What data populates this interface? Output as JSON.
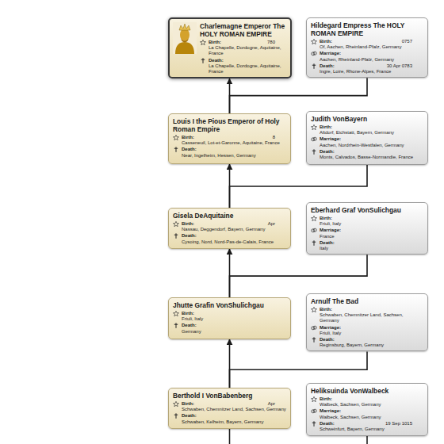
{
  "diagram": {
    "nodes": [
      {
        "text": [
          "Charlemagne Emperor The HOLY ROMAN EMPIRE",
          "Birth:",
          "780",
          "La Chapelle, Dordogne, Aquitaine, France",
          "Death:",
          "La Chapelle, Dordogne, Aquitaine, France"
        ]
      },
      {
        "text": [
          "Hildegard Empress The HOLY ROMAN EMPIRE",
          "Birth:",
          "0757",
          "Of, Aachen, Rheinland-Pfalz, Germany",
          "Marriage:",
          "Aachen, Rheinland-Pfalz, Germany",
          "Death:",
          "30 Apr 0783",
          "Ingre, Loire, Rhone-Alpes, France"
        ]
      },
      {
        "text": [
          "Louis I the Pious Emperor of Holy Roman Empire",
          "Birth:",
          "8",
          "Casseneuil, Lot-et-Garonne, Aquitaine, France",
          "Death:",
          "Near, Ingelheim, Hessen, Germany"
        ]
      },
      {
        "text": [
          "Judith VonBayern",
          "Birth:",
          "Altdorf, Eichstatt, Bayern, Germany",
          "Marriage:",
          "Aachen, Nordrhein-Westfalen, Germany",
          "Death:",
          "Monts, Calvados, Basse-Normandie, France"
        ]
      },
      {
        "text": [
          "Gisela DeAquitaine",
          "Birth:",
          "Apr",
          "Nassau, Deggendorf, Bayern, Germany",
          "Death:",
          "Cysoing, Nord, Nord-Pas-de-Calais, France"
        ]
      },
      {
        "text": [
          "Eberhard Graf VonSulichgau",
          "Birth:",
          "Friuli, Italy",
          "Marriage:",
          "France",
          "Death:",
          "Italy"
        ]
      },
      {
        "text": [
          "Jhutte Grafin VonShulichgau",
          "Birth:",
          "Friuli, Italy",
          "Death:",
          "Germany"
        ]
      },
      {
        "text": [
          "Arnulf The Bad",
          "Birth:",
          "Schwaben, Chemnitzer Land, Sachsen, Germany",
          "Marriage:",
          "Friuli, Italy",
          "Death:",
          "Reginsburg, Bayern, Germany"
        ]
      },
      {
        "text": [
          "Berthold I VonBabenberg",
          "Birth:",
          "Apr",
          "Schwaben, Chemnitzer Land, Sachsen, Germany",
          "Death:",
          "Schwaben, Kelheim, Bayern, Germany"
        ]
      },
      {
        "text": [
          "Heliksuinda VonWalbeck",
          "Birth:",
          "Walbeck, Sachsen, Germany",
          "Marriage:",
          "Walbeck, Sachsen, Germany",
          "Death:",
          "19 Sep 1015",
          "Schweinfurt, Bayern, Germany"
        ]
      }
    ],
    "edges": [
      {
        "from": 2,
        "to": 0,
        "arrow": "to"
      },
      {
        "from": 1,
        "to": 2,
        "arrow": "none"
      },
      {
        "from": 4,
        "to": 2,
        "arrow": "to"
      },
      {
        "from": 3,
        "to": 4,
        "arrow": "none"
      },
      {
        "from": 6,
        "to": 4,
        "arrow": "to"
      },
      {
        "from": 5,
        "to": 6,
        "arrow": "none"
      },
      {
        "from": 8,
        "to": 6,
        "arrow": "to"
      },
      {
        "from": 7,
        "to": 8,
        "arrow": "none"
      }
    ]
  }
}
